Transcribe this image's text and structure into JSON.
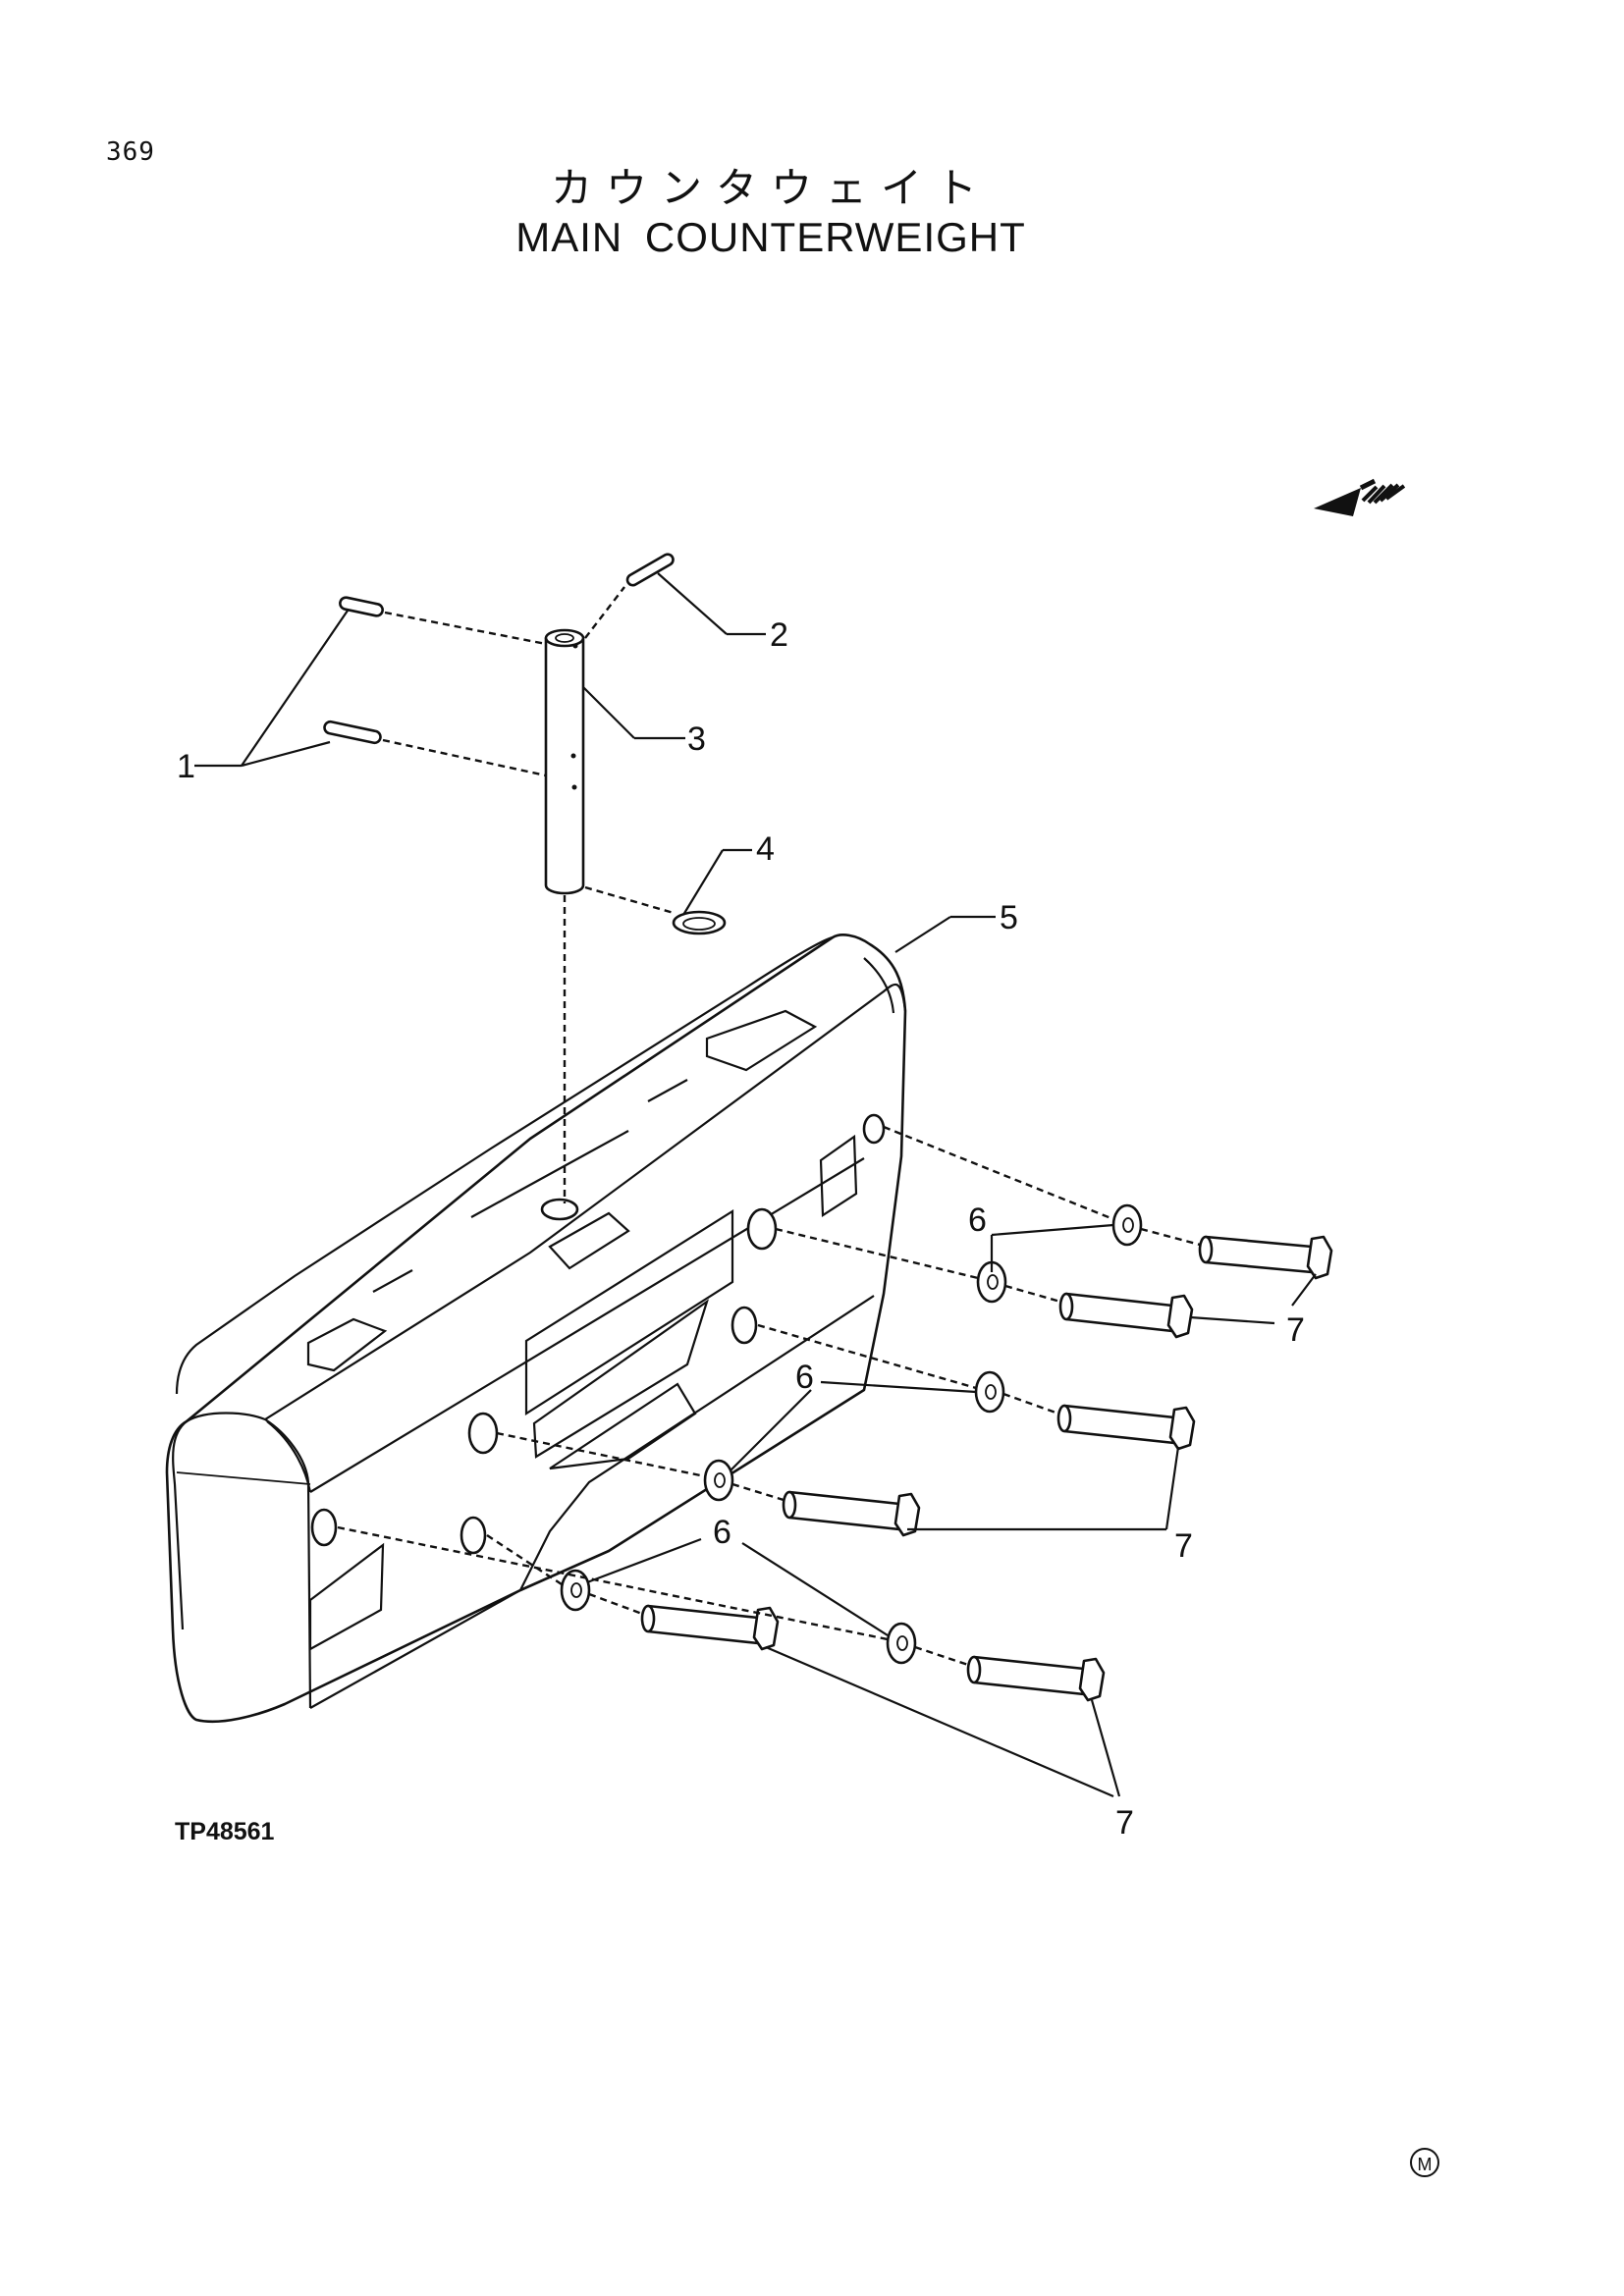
{
  "page_number": "369",
  "title_jp": "カウンタウェイト",
  "title_en": "MAIN  COUNTERWEIGHT",
  "figure_code": "TP48561",
  "callouts": {
    "c1": "1",
    "c2": "2",
    "c3": "3",
    "c4": "4",
    "c5": "5",
    "c6a": "6",
    "c6b": "6",
    "c6c": "6",
    "c7a": "7",
    "c7b": "7",
    "c7c": "7"
  },
  "corner_mark": "M",
  "icons": {
    "direction": "front-direction-arrow-icon"
  }
}
